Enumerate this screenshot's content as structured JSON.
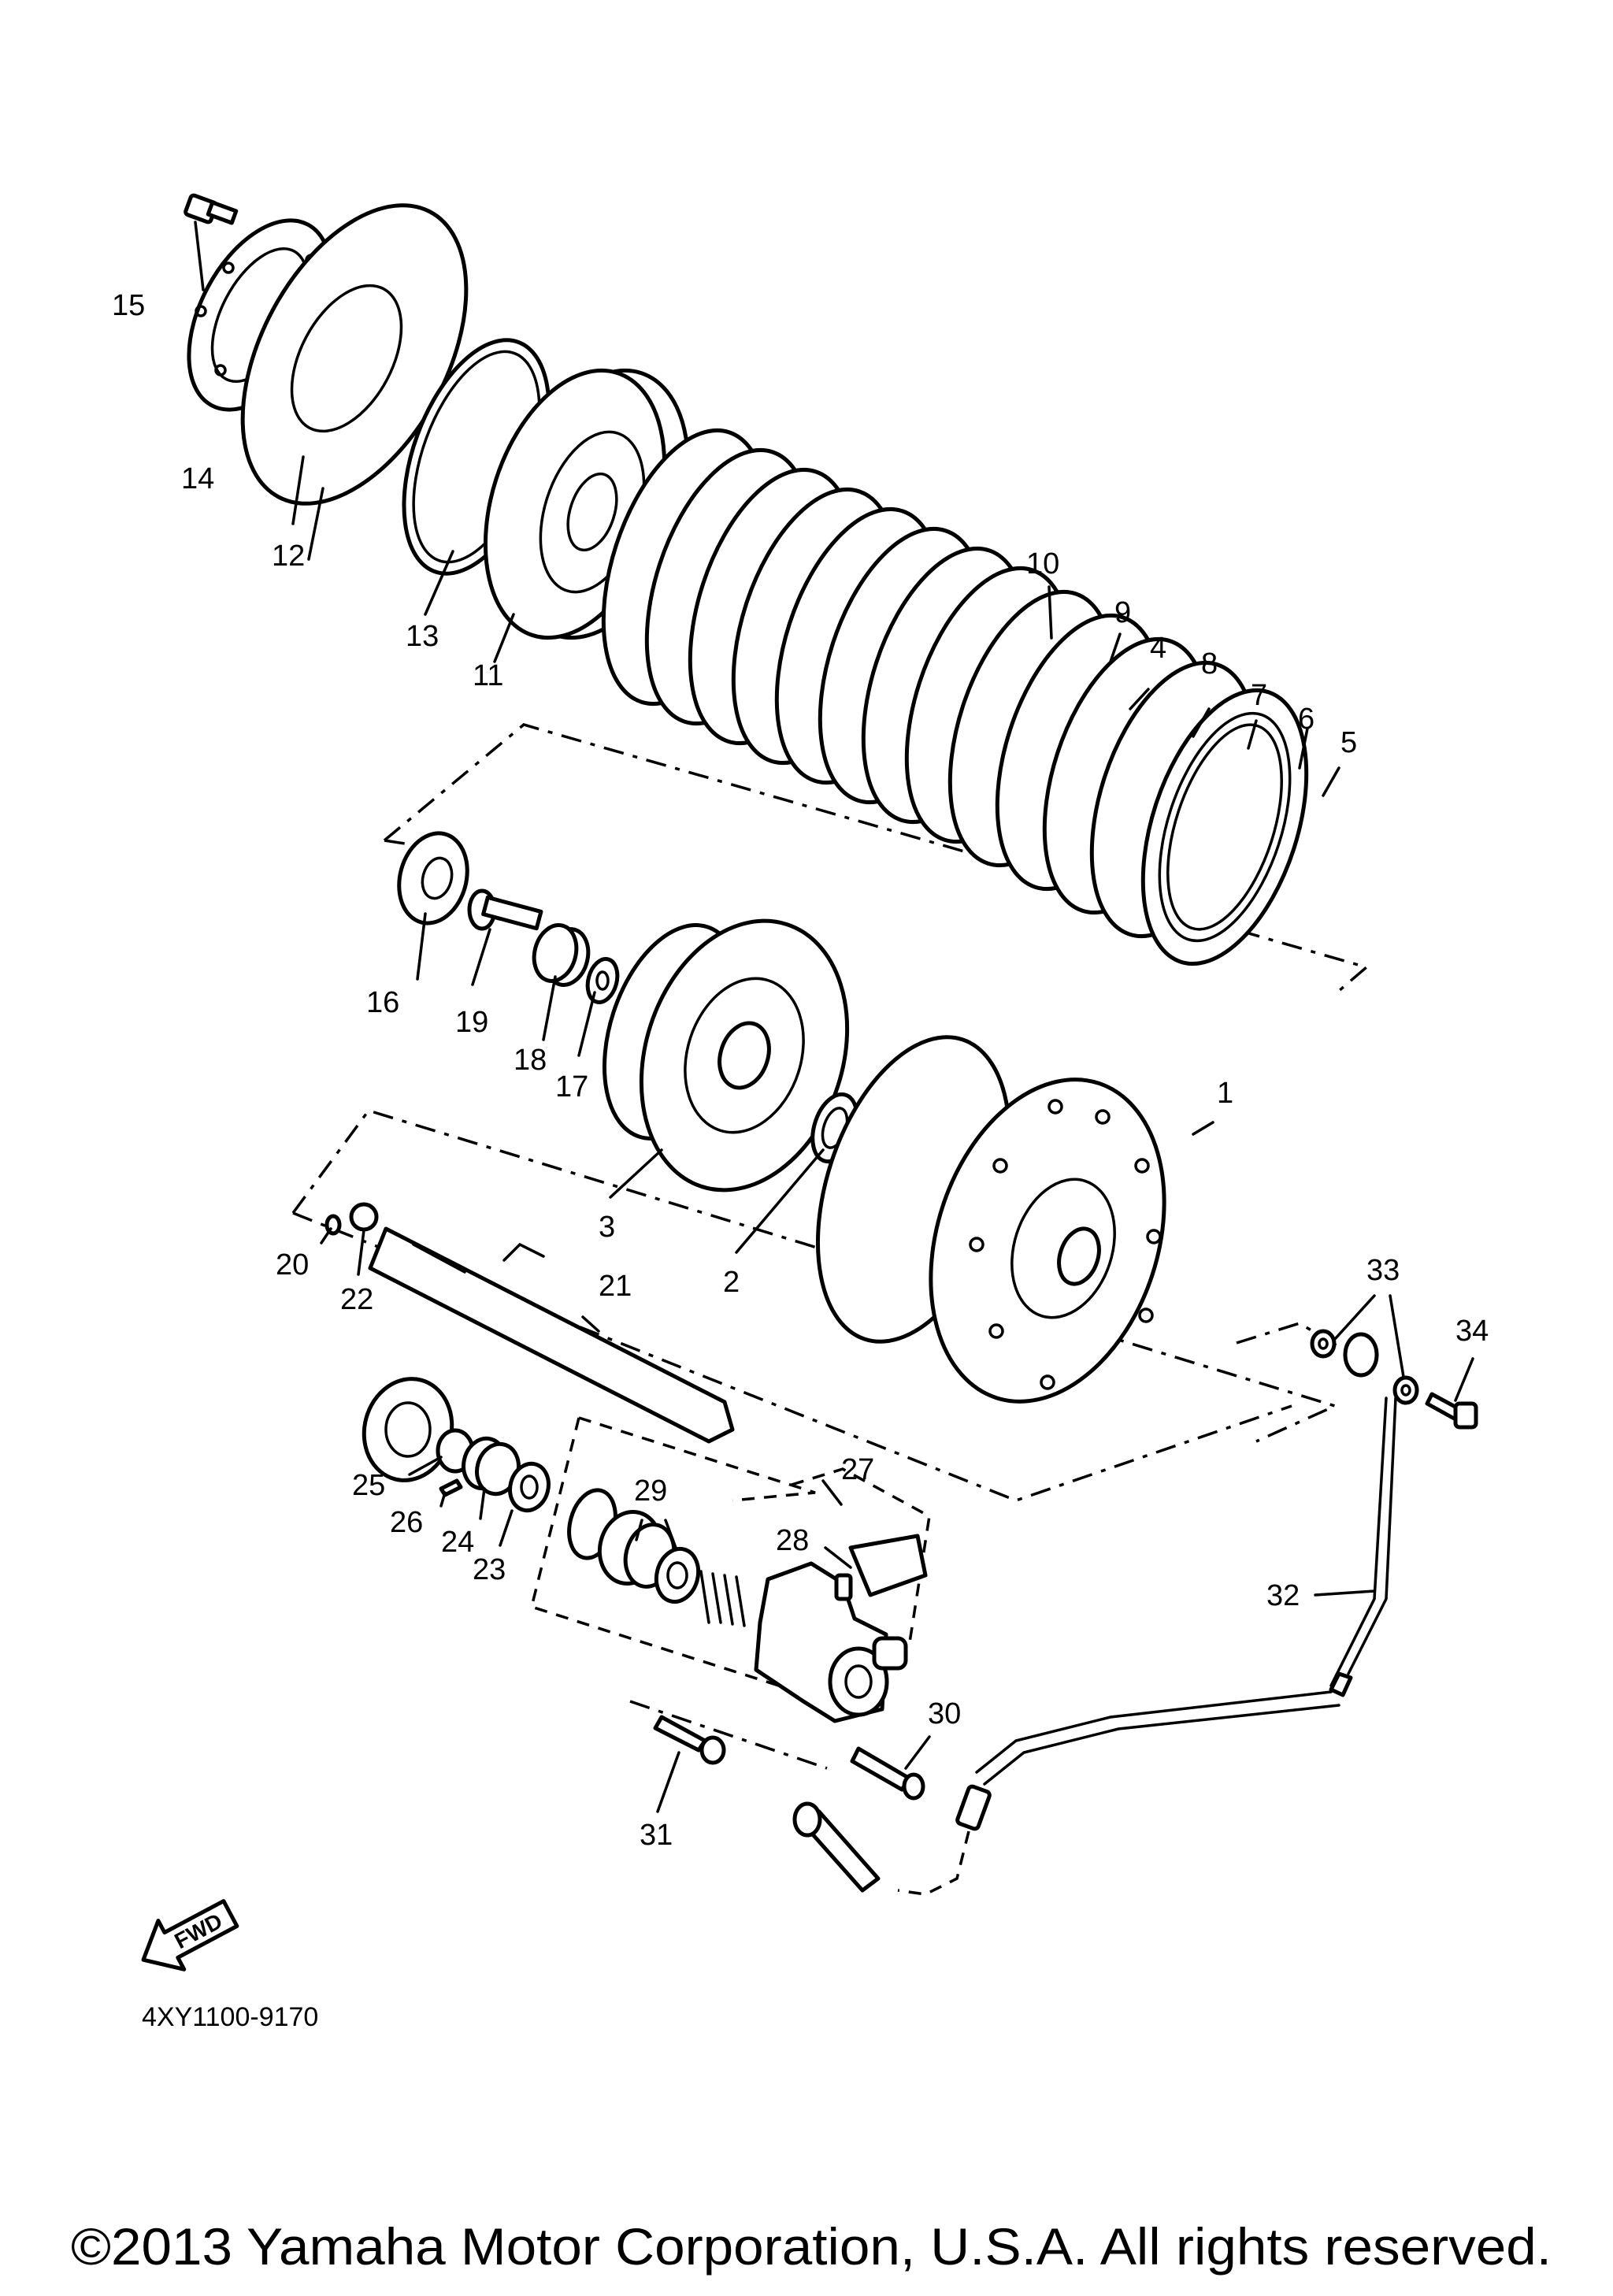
{
  "diagram": {
    "callouts": [
      "1",
      "2",
      "3",
      "4",
      "5",
      "6",
      "7",
      "8",
      "9",
      "10",
      "11",
      "12",
      "13",
      "14",
      "15",
      "16",
      "17",
      "18",
      "19",
      "20",
      "21",
      "22",
      "23",
      "24",
      "25",
      "26",
      "27",
      "28",
      "29",
      "30",
      "31",
      "32",
      "33",
      "34"
    ],
    "direction_label": "FWD",
    "part_code": "4XY1100-9170"
  },
  "footer": {
    "copyright": "©2013 Yamaha Motor Corporation, U.S.A. All rights reserved."
  }
}
